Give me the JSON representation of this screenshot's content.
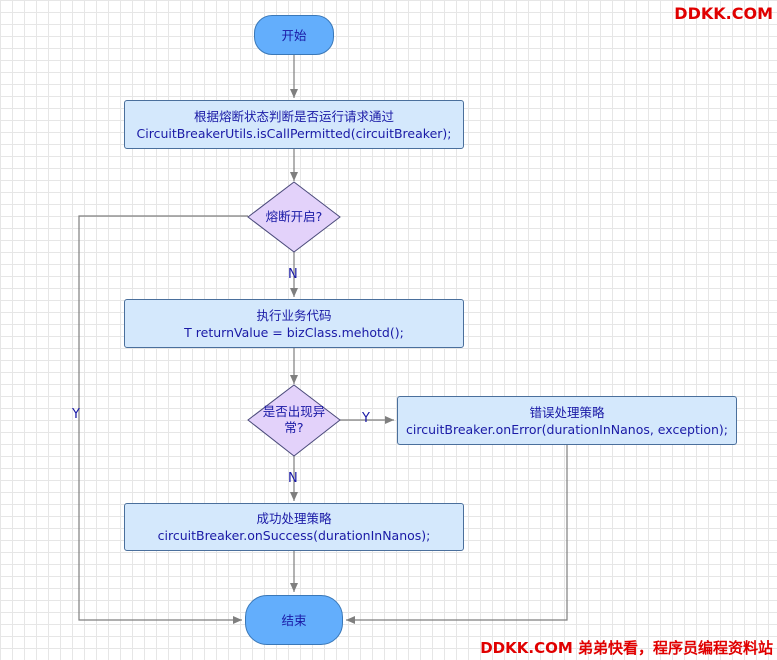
{
  "start": {
    "label": "开始"
  },
  "step_check": {
    "line1": "根据熔断状态判断是否运行请求通过",
    "line2": "CircuitBreakerUtils.isCallPermitted(circuitBreaker);"
  },
  "decision_open": {
    "label": "熔断开启?"
  },
  "step_exec": {
    "line1": "执行业务代码",
    "line2": "T returnValue = bizClass.mehotd();"
  },
  "decision_error": {
    "line1": "是否出现异",
    "line2": "常?"
  },
  "step_error": {
    "line1": "错误处理策略",
    "line2": "circuitBreaker.onError(durationInNanos, exception);"
  },
  "step_success": {
    "line1": "成功处理策略",
    "line2": "circuitBreaker.onSuccess(durationInNanos);"
  },
  "end": {
    "label": "结束"
  },
  "edges": {
    "open_no": "N",
    "open_yes": "Y",
    "error_yes": "Y",
    "error_no": "N"
  },
  "watermark": {
    "top": "DDKK.COM",
    "bottom": "DDKK.COM 弟弟快看，程序员编程资料站"
  }
}
